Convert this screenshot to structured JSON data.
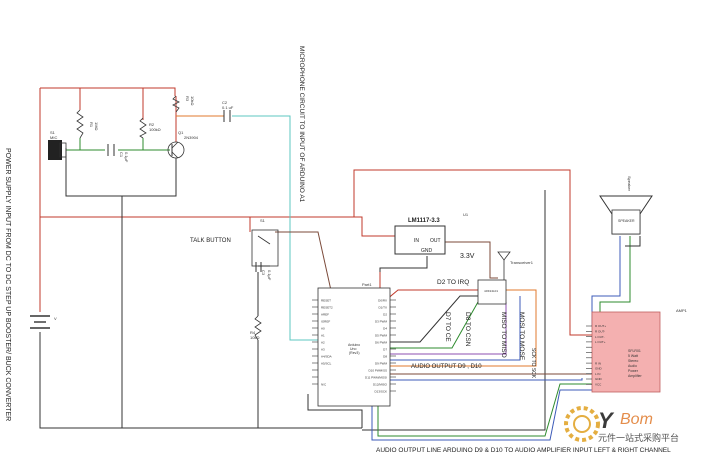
{
  "labels": {
    "power_supply": "POWER SUPPLY INPUT FROM DC TO DC STEP UP BOOSTER/ BUCK CONVERTER",
    "microphone": "MICROPHONE CIRCUIT TO INPUT OF ARDUINO A1",
    "talk_button": "TALK BUTTON",
    "audio_output_bottom": "AUDIO OUTPUT LINE ARDUINO D9 & D10 TO AUDIO AMPLIFIER INPUT LEFT & RIGHT CHANNEL",
    "audio_output": "AUDIO OUTPUT D9 , D10",
    "d2_irq": "D2 TO IRQ",
    "d7_ce": "D7 TO CE",
    "d8_csn": "D8 TO CSN",
    "miso": "MISO TO MISO",
    "mosi": "MOSI TO MOSE",
    "sck": "SCK TO SCK",
    "v33": "3.3V",
    "regulator": "LM1117-3.3",
    "reg_in": "IN",
    "reg_out": "OUT",
    "reg_gnd": "GND",
    "u1": "U1",
    "part1": "Part1",
    "transceiver": "Transceiver1",
    "speaker": "Speaker",
    "amp": "AMP1",
    "amp_desc": [
      "SFLR01",
      "5 Watt",
      "Stereo",
      "Audio",
      "Power",
      "Amplifier"
    ],
    "arduino_name": [
      "Arduino",
      "Uno",
      "(Rev3)"
    ],
    "mic": [
      "S1",
      "MIC"
    ],
    "r1": [
      "R1",
      "1MΩ"
    ],
    "r2": [
      "R2",
      "100kΩ"
    ],
    "r3": [
      "R3",
      "10kΩ"
    ],
    "r4": [
      "R4",
      "10kΩ"
    ],
    "c1": [
      "C1",
      "0.1µF"
    ],
    "c2": [
      "C2",
      "0.1 uF"
    ],
    "c3": [
      "C3",
      "0.1µF"
    ],
    "q1": [
      "Q1",
      "2N3904"
    ],
    "s1": "S1",
    "battery": "V",
    "watermark_cn": "元件一站式采购平台",
    "watermark_logo": "Y"
  },
  "arduino_pins_left": [
    "RESET",
    "RESET2",
    "AREF",
    "IOREF",
    "A0",
    "A1",
    "A2",
    "A3",
    "A4/SDA",
    "A5/SCL",
    "",
    "",
    "N/C"
  ],
  "arduino_pins_right": [
    "D0/RX",
    "D1/TX",
    "D2",
    "D3 PWM",
    "D4",
    "D5 PWM",
    "D6 PWM",
    "D7",
    "D8",
    "D9 PWM",
    "D10 PWM/SS",
    "D11 PWM/MOSI",
    "D12/MISO",
    "D13/SCK"
  ],
  "amp_pins": [
    "R OUT+",
    "R OUT-",
    "L OUT-",
    "L OUT+",
    "",
    "",
    "",
    "R IN",
    "GND",
    "L IN",
    "GND",
    "VCC"
  ],
  "colors": {
    "red": "#c0392b",
    "dark": "#333333",
    "teal": "#5ec7c0",
    "green": "#2e8b2e",
    "blue": "#3d5bb8",
    "orange": "#e07a2c",
    "brown": "#7b4a3a",
    "purple": "#8e4fb0",
    "pink": "#f4b0b0"
  }
}
